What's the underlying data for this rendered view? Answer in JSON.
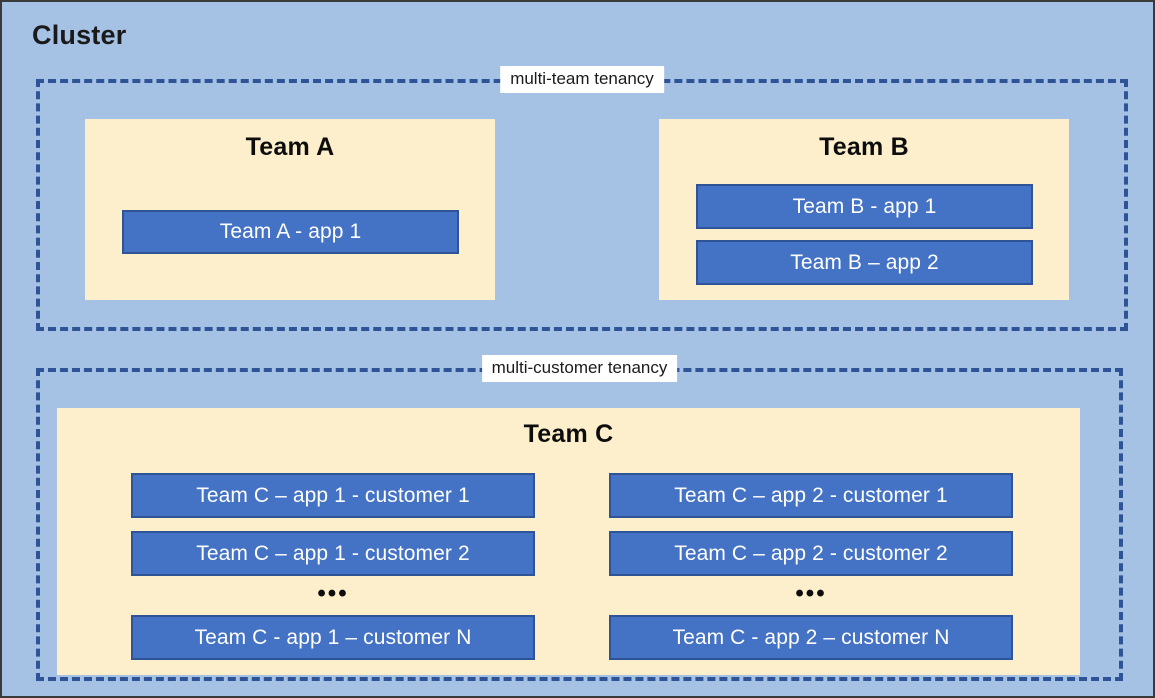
{
  "diagram": {
    "title": "Cluster",
    "background_color": "#A5C1E4",
    "team_box_color": "#FDEFCB",
    "app_box_color": "#4472C4",
    "app_box_border_color": "#2E5396",
    "dashed_border_color": "#2E5396",
    "groups": [
      {
        "label": "multi-team tenancy",
        "teams": [
          {
            "title": "Team A",
            "apps": [
              {
                "label": "Team A - app 1"
              }
            ]
          },
          {
            "title": "Team B",
            "apps": [
              {
                "label": "Team B - app 1"
              },
              {
                "label": "Team B – app 2"
              }
            ]
          }
        ]
      },
      {
        "label": "multi-customer tenancy",
        "teams": [
          {
            "title": "Team C",
            "columns": [
              {
                "apps": [
                  {
                    "label": "Team C – app 1 - customer 1"
                  },
                  {
                    "label": "Team C – app 1 - customer 2"
                  },
                  {
                    "label": "Team C - app 1 – customer N"
                  }
                ],
                "ellipsis": "•••"
              },
              {
                "apps": [
                  {
                    "label": "Team C – app 2 - customer 1"
                  },
                  {
                    "label": "Team C – app 2 - customer 2"
                  },
                  {
                    "label": "Team C - app 2 – customer N"
                  }
                ],
                "ellipsis": "•••"
              }
            ]
          }
        ]
      }
    ]
  }
}
